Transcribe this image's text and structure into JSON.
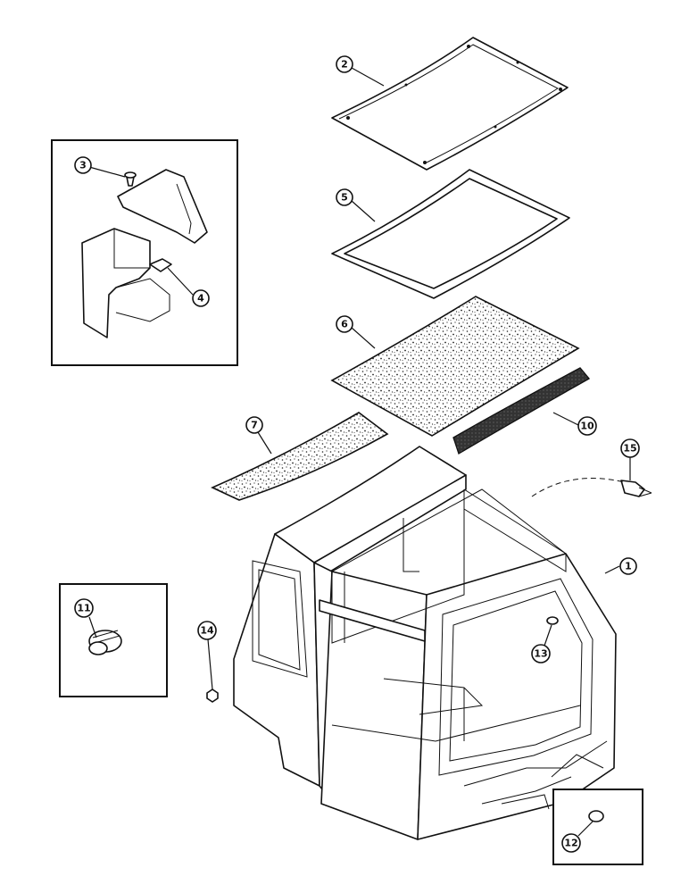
{
  "callouts": {
    "c1": "1",
    "c2": "2",
    "c3": "3",
    "c4": "4",
    "c5": "5",
    "c6": "6",
    "c7": "7",
    "c10": "10",
    "c11": "11",
    "c12": "12",
    "c13": "13",
    "c14": "14",
    "c15": "15"
  },
  "colors": {
    "ink": "#111111",
    "paper": "#ffffff"
  }
}
